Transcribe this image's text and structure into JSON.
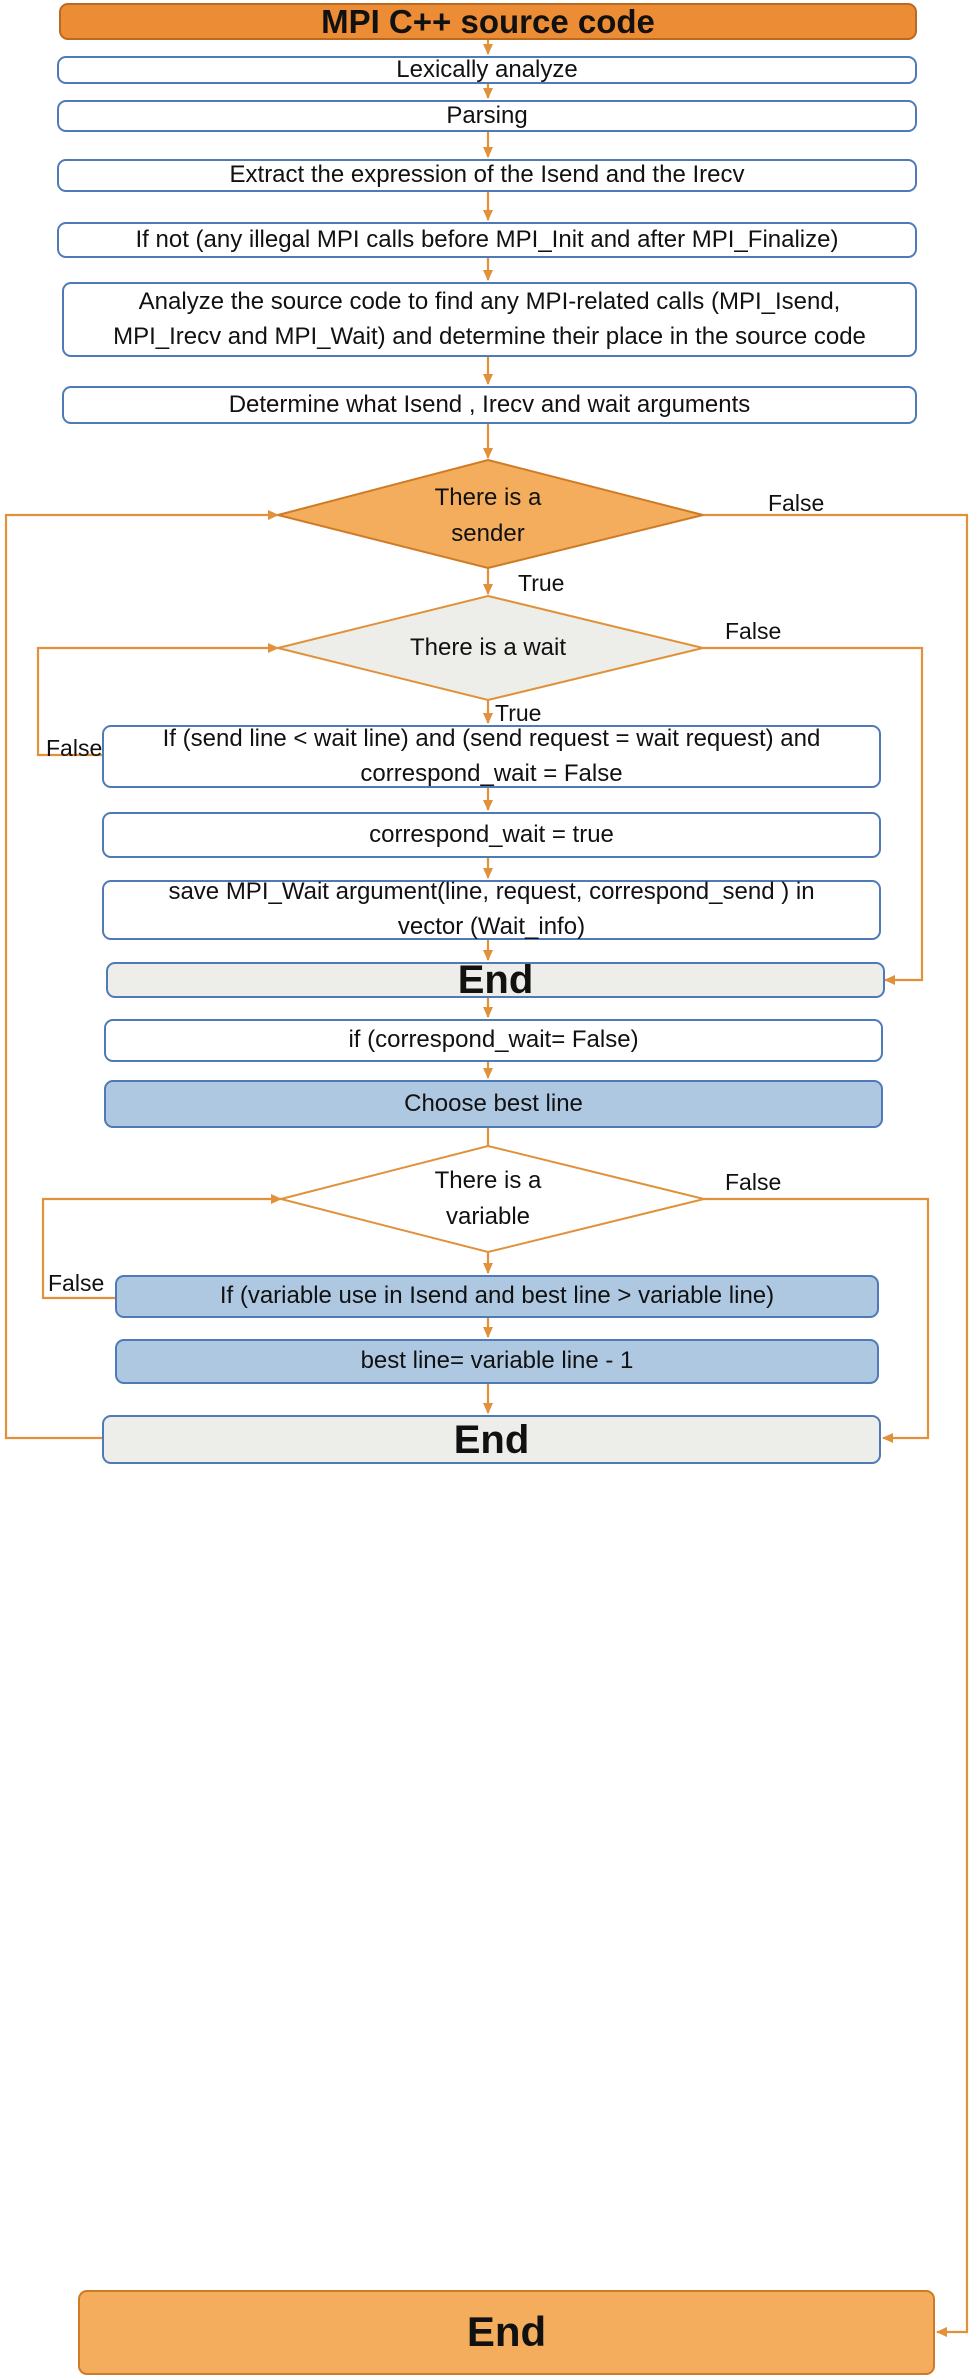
{
  "nodes": {
    "start": "MPI C++ source code",
    "lex": "Lexically analyze",
    "parse": "Parsing",
    "extract": "Extract the expression of the Isend and the Irecv",
    "ifnot": "If not (any illegal MPI calls before MPI_Init and after MPI_Finalize)",
    "analyze": "Analyze the source code to find any MPI-related calls (MPI_Isend, MPI_Irecv and MPI_Wait) and determine their place in the source code",
    "determine": "Determine what Isend , Irecv and wait arguments",
    "sender": "There is a sender",
    "wait": "There is a wait",
    "ifsend": "If  (send line < wait line) and (send request = wait request) and correspond_wait = False",
    "corr": "correspond_wait = true",
    "save": "save  MPI_Wait  argument(line, request, correspond_send ) in vector (Wait_info)",
    "end1": "End",
    "ifcorr": "if (correspond_wait= False)",
    "choose": "Choose best line",
    "variable": "There is a variable",
    "ifvar": "If (variable use in Isend and best line > variable line)",
    "bestline": "best line= variable line - 1",
    "end2": "End",
    "end3": "End"
  },
  "labels": {
    "sender_false": "False",
    "sender_true": "True",
    "wait_false": "False",
    "wait_true": "True",
    "ifsend_false": "False",
    "variable_false": "False",
    "ifvar_false": "False"
  },
  "colors": {
    "arrow": "#e0913a",
    "title_fill": "#ec8c35",
    "decision_orange": "#f3ad5c",
    "decision_grey": "#edeeea",
    "box_blue": "#aec8e2",
    "border_blue": "#4f7ab8"
  }
}
